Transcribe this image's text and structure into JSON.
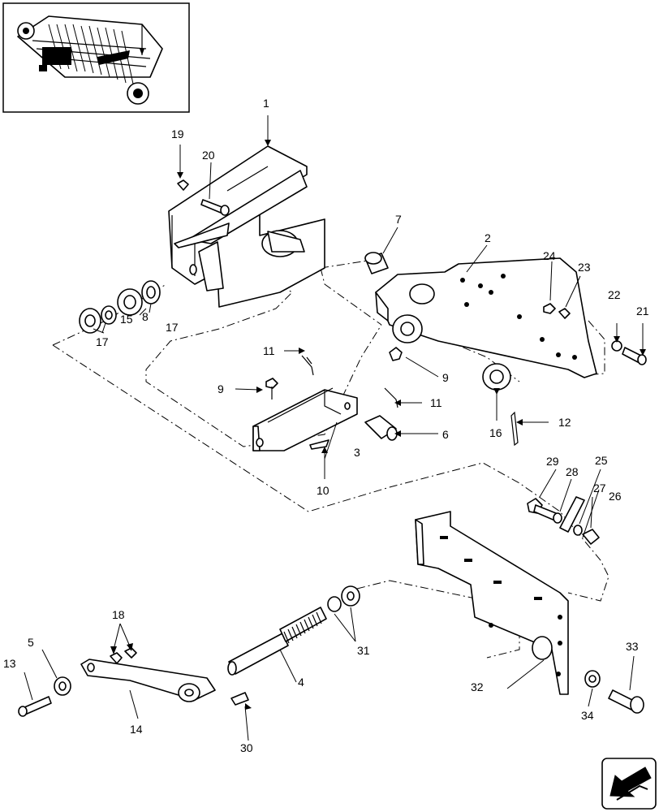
{
  "colors": {
    "ink": "#000000",
    "paper": "#ffffff"
  },
  "icons": {
    "inset": "machine-overview-icon",
    "nav": "next-page-arrow-icon"
  },
  "callouts": [
    {
      "label": "1"
    },
    {
      "label": "2"
    },
    {
      "label": "3"
    },
    {
      "label": "4"
    },
    {
      "label": "5"
    },
    {
      "label": "6"
    },
    {
      "label": "7"
    },
    {
      "label": "8"
    },
    {
      "label": "9"
    },
    {
      "label": "9"
    },
    {
      "label": "10"
    },
    {
      "label": "11"
    },
    {
      "label": "11"
    },
    {
      "label": "12"
    },
    {
      "label": "13"
    },
    {
      "label": "14"
    },
    {
      "label": "15"
    },
    {
      "label": "16"
    },
    {
      "label": "17"
    },
    {
      "label": "17"
    },
    {
      "label": "18"
    },
    {
      "label": "19"
    },
    {
      "label": "20"
    },
    {
      "label": "21"
    },
    {
      "label": "22"
    },
    {
      "label": "23"
    },
    {
      "label": "24"
    },
    {
      "label": "25"
    },
    {
      "label": "26"
    },
    {
      "label": "27"
    },
    {
      "label": "28"
    },
    {
      "label": "29"
    },
    {
      "label": "30"
    },
    {
      "label": "31"
    },
    {
      "label": "32"
    },
    {
      "label": "33"
    },
    {
      "label": "34"
    }
  ]
}
